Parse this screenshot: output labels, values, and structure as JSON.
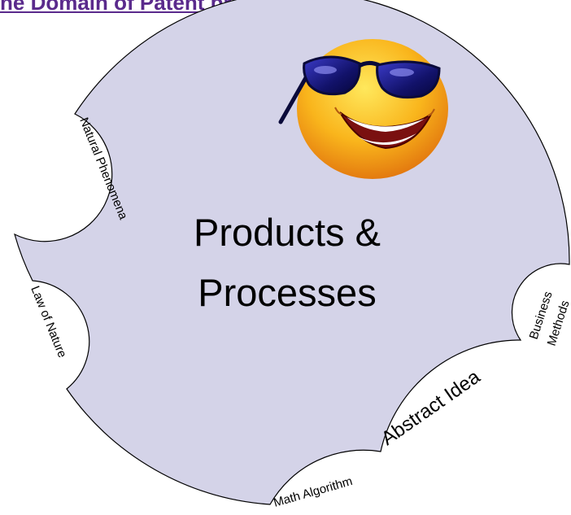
{
  "heading": "he Domain of Patent protection . . .",
  "colors": {
    "heading": "#5a2a8c",
    "domain_fill": "#d4d3e8",
    "outline": "#000000",
    "sun_face": "#f7b21b",
    "sunglasses": "#13136b"
  },
  "diagram": {
    "center_label_line1": "Products &",
    "center_label_line2": "Processes",
    "exclusions": {
      "natural_phenomena": "Natural Phenomena",
      "law_of_nature": "Law of Nature",
      "math_algorithm": "Math Algorithm",
      "abstract_idea": "Abstract Idea",
      "business_methods_line1": "Business",
      "business_methods_line2": "Methods"
    },
    "mascot": "smiling-sun-with-sunglasses-icon"
  }
}
